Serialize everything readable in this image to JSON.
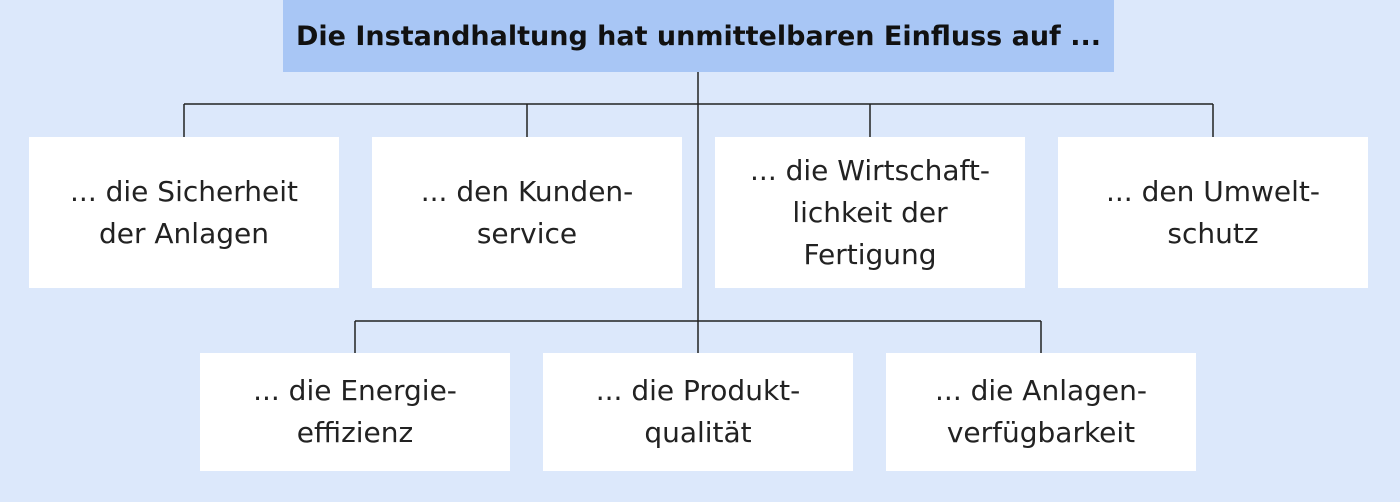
{
  "diagram": {
    "header": "Die Instandhaltung hat unmittelbaren Einfluss auf ...",
    "row1": [
      {
        "line1": "... die Sicherheit",
        "line2": "der Anlagen",
        "line3": ""
      },
      {
        "line1": "... den Kunden-",
        "line2": "service",
        "line3": ""
      },
      {
        "line1": "... die Wirtschaft-",
        "line2": "lichkeit der",
        "line3": "Fertigung"
      },
      {
        "line1": "... den Umwelt-",
        "line2": "schutz",
        "line3": ""
      }
    ],
    "row2": [
      {
        "line1": "... die Energie-",
        "line2": "effizienz"
      },
      {
        "line1": "... die Produkt-",
        "line2": "qualität"
      },
      {
        "line1": "... die Anlagen-",
        "line2": "verfügbarkeit"
      }
    ]
  }
}
